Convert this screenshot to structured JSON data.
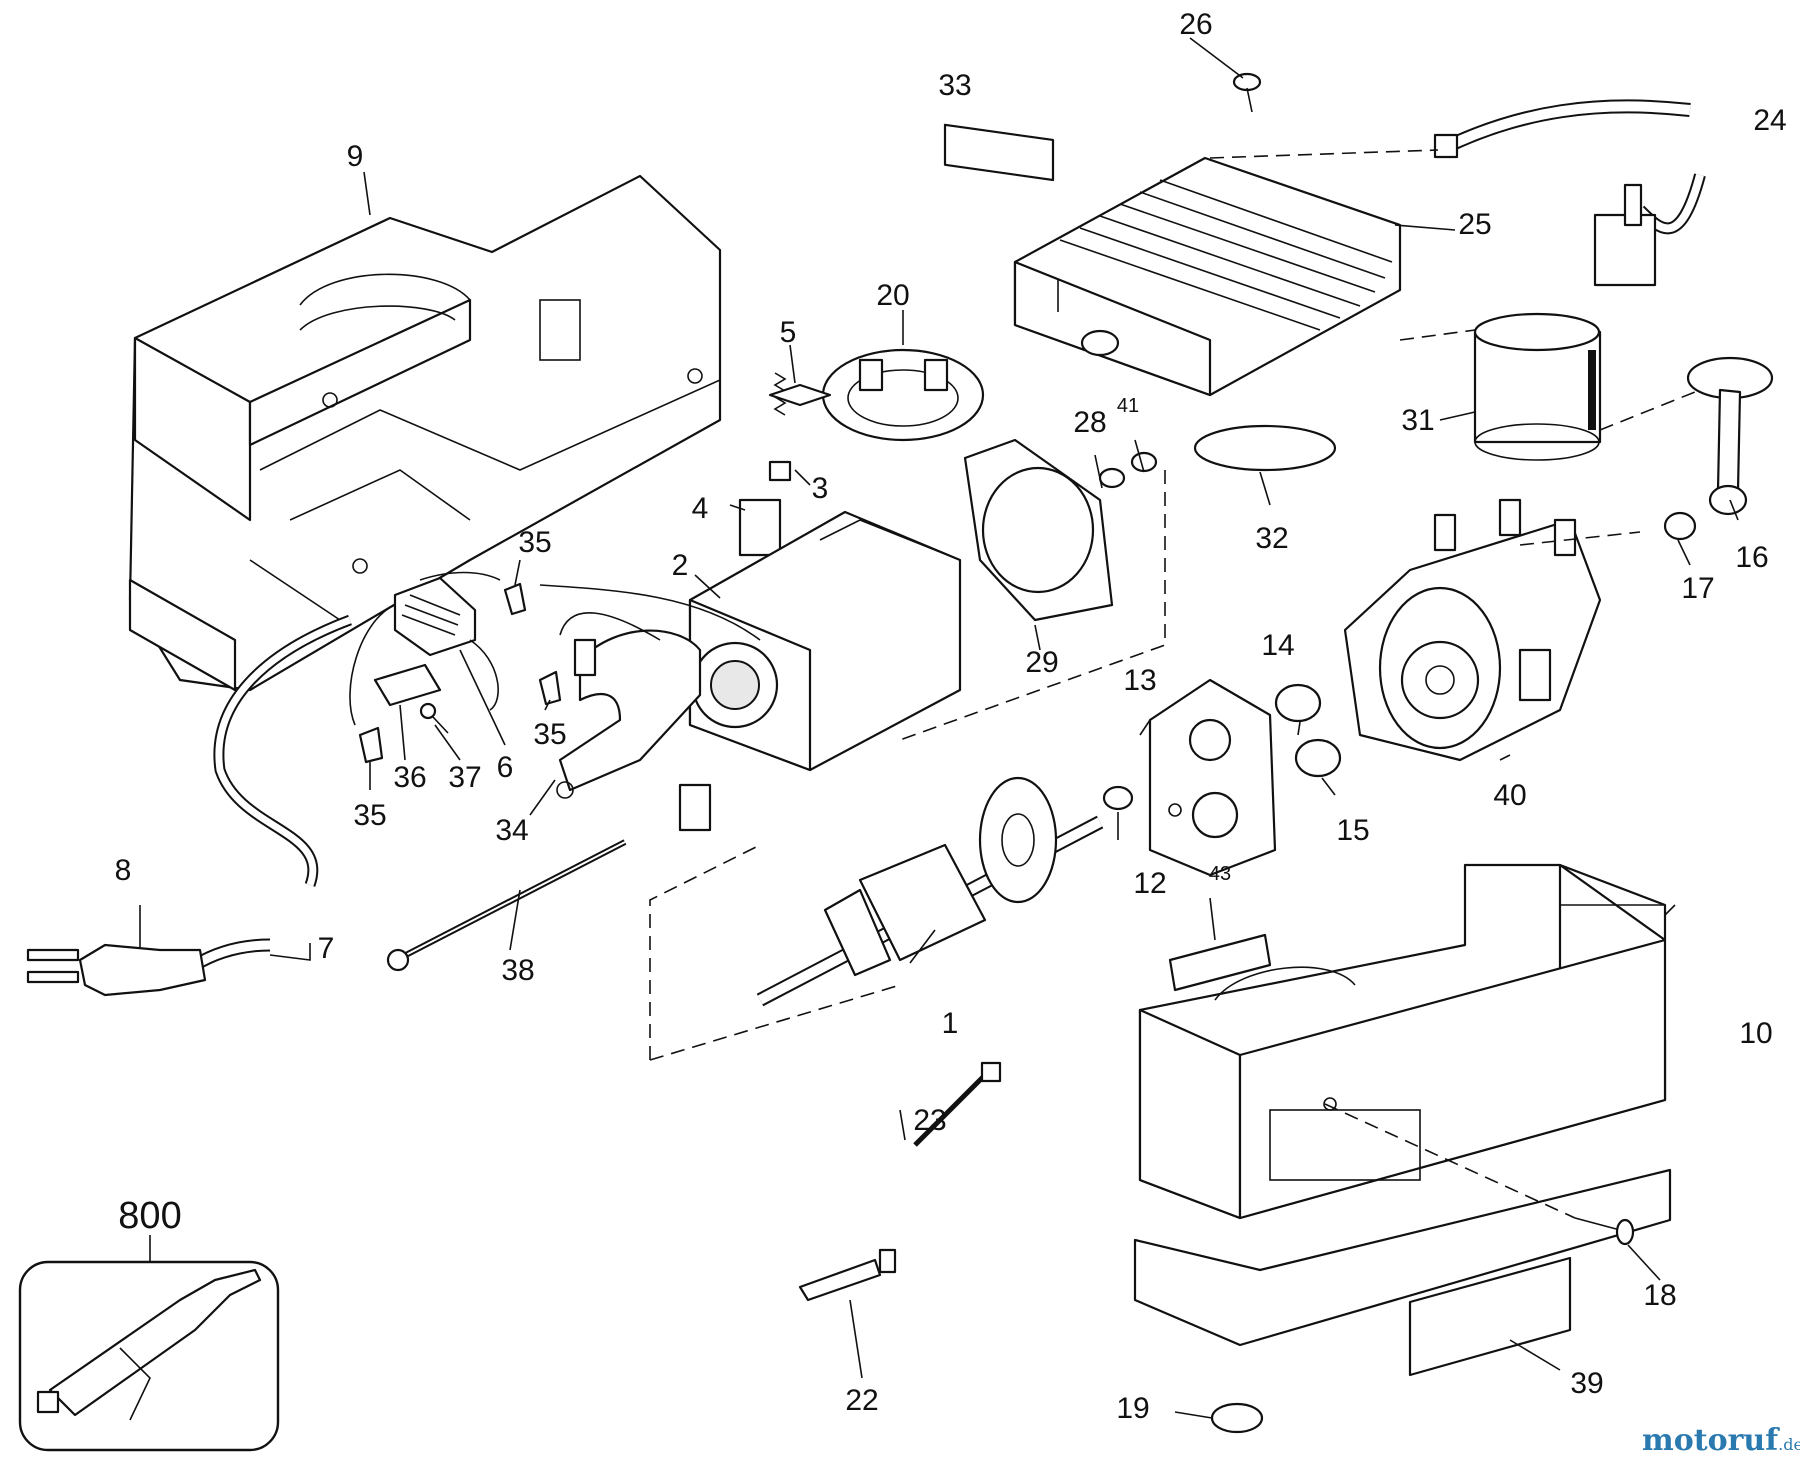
{
  "labels": {
    "p1": "1",
    "p2": "2",
    "p3": "3",
    "p4": "4",
    "p5": "5",
    "p6": "6",
    "p7": "7",
    "p8": "8",
    "p9": "9",
    "p10": "10",
    "p12": "12",
    "p13": "13",
    "p14": "14",
    "p15": "15",
    "p16": "16",
    "p17": "17",
    "p18": "18",
    "p19": "19",
    "p20": "20",
    "p22": "22",
    "p23": "23",
    "p24": "24",
    "p25": "25",
    "p26": "26",
    "p28": "28",
    "p29": "29",
    "p31": "31",
    "p32": "32",
    "p33": "33",
    "p34": "34",
    "p35": "35",
    "p36": "36",
    "p37": "37",
    "p38": "38",
    "p39": "39",
    "p40": "40",
    "p41": "41",
    "p43": "43",
    "p800": "800"
  },
  "watermark": {
    "brand": "motoruf",
    "tld": ".de",
    "color_accent": "#2a7ab0",
    "color_dot": "#d33"
  }
}
